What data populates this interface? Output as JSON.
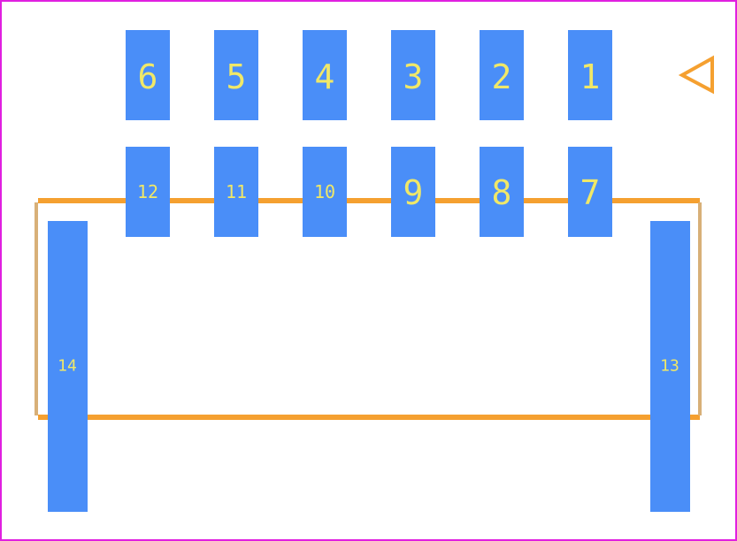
{
  "colors": {
    "background": "#ffffff",
    "border": "#e020e0",
    "outline": "#f5a030",
    "outline_light": "#d8b078",
    "pad": "#4a8ef8",
    "label": "#f0e868"
  },
  "pads": [
    {
      "id": "pad-6",
      "label": "6"
    },
    {
      "id": "pad-5",
      "label": "5"
    },
    {
      "id": "pad-4",
      "label": "4"
    },
    {
      "id": "pad-3",
      "label": "3"
    },
    {
      "id": "pad-2",
      "label": "2"
    },
    {
      "id": "pad-1",
      "label": "1"
    },
    {
      "id": "pad-12",
      "label": "12"
    },
    {
      "id": "pad-11",
      "label": "11"
    },
    {
      "id": "pad-10",
      "label": "10"
    },
    {
      "id": "pad-9",
      "label": "9"
    },
    {
      "id": "pad-8",
      "label": "8"
    },
    {
      "id": "pad-7",
      "label": "7"
    },
    {
      "id": "pad-14",
      "label": "14"
    },
    {
      "id": "pad-13",
      "label": "13"
    }
  ],
  "pin1_marker": {
    "icon": "triangle-left-icon"
  }
}
